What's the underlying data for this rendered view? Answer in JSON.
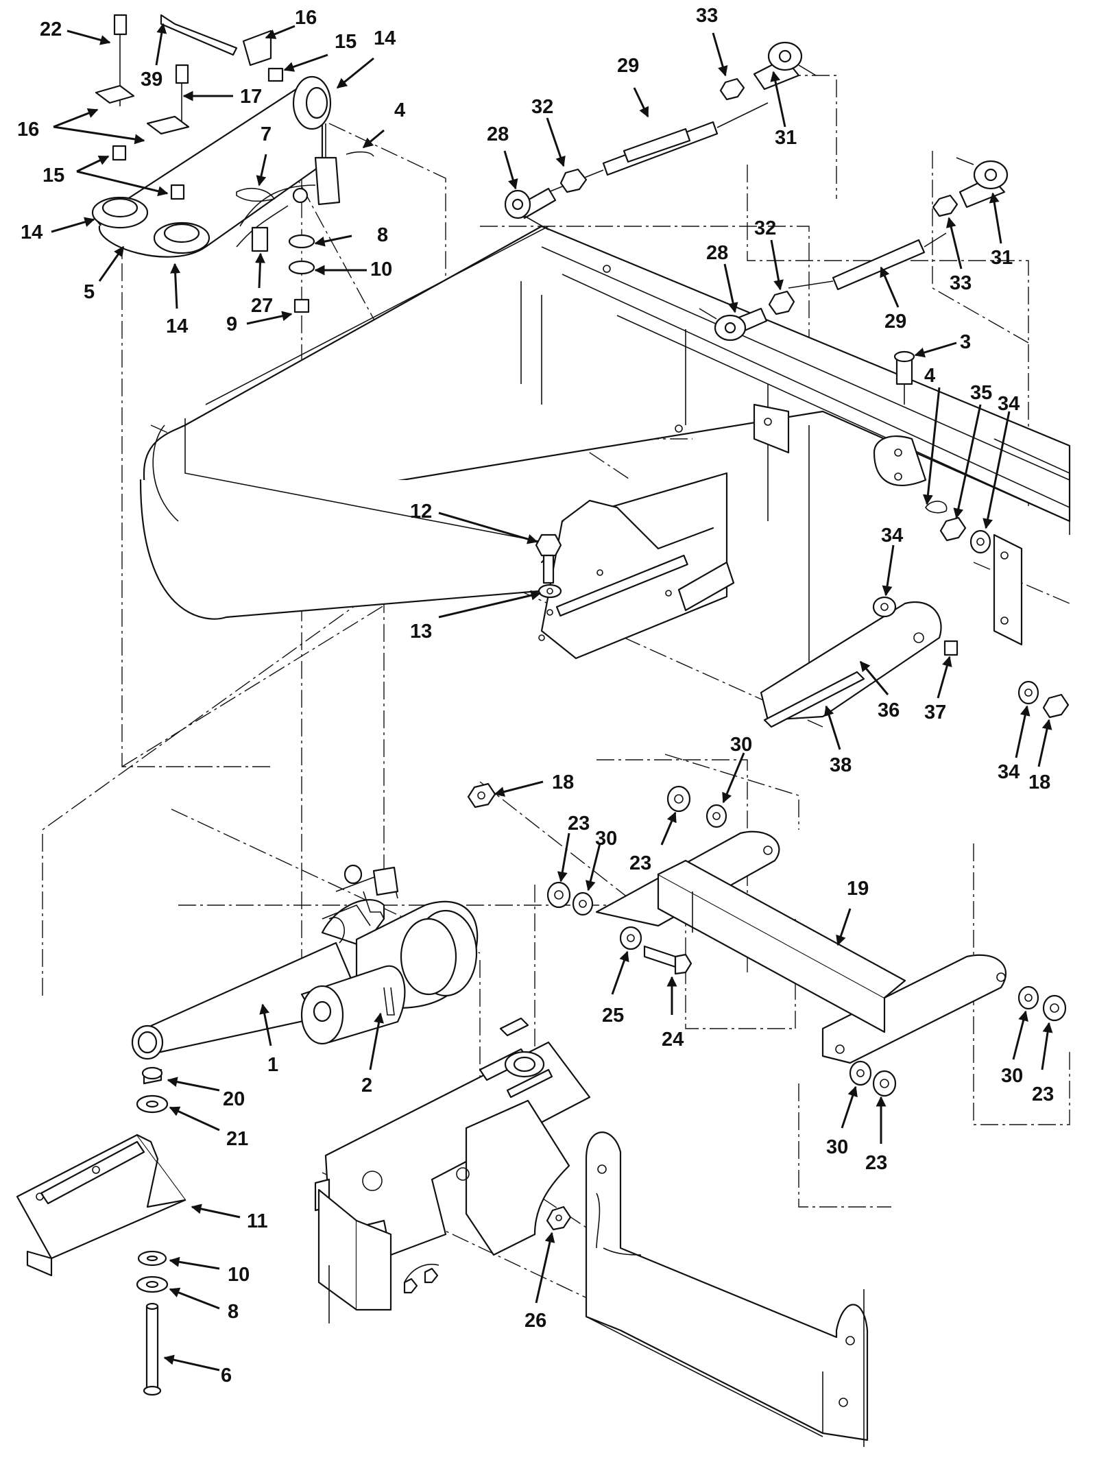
{
  "callouts": {
    "c1": "1",
    "c2": "2",
    "c3": "3",
    "c4a": "4",
    "c4b": "4",
    "c5": "5",
    "c6": "6",
    "c7": "7",
    "c8a": "8",
    "c8b": "8",
    "c9": "9",
    "c10a": "10",
    "c10b": "10",
    "c11": "11",
    "c12": "12",
    "c13": "13",
    "c14a": "14",
    "c14b": "14",
    "c14c": "14",
    "c15a": "15",
    "c15b": "15",
    "c16a": "16",
    "c16b": "16",
    "c17": "17",
    "c18a": "18",
    "c18b": "18",
    "c19": "19",
    "c20": "20",
    "c21": "21",
    "c22": "22",
    "c23a": "23",
    "c23b": "23",
    "c23c": "23",
    "c23d": "23",
    "c24": "24",
    "c25": "25",
    "c26": "26",
    "c27": "27",
    "c28a": "28",
    "c28b": "28",
    "c29a": "29",
    "c29b": "29",
    "c30a": "30",
    "c30b": "30",
    "c30c": "30",
    "c30d": "30",
    "c31a": "31",
    "c31b": "31",
    "c32a": "32",
    "c32b": "32",
    "c33a": "33",
    "c33b": "33",
    "c34a": "34",
    "c34b": "34",
    "c34c": "34",
    "c35": "35",
    "c36": "36",
    "c37": "37",
    "c38": "38",
    "c39": "39"
  },
  "colors": {
    "ink": "#111111",
    "paper": "#ffffff"
  }
}
